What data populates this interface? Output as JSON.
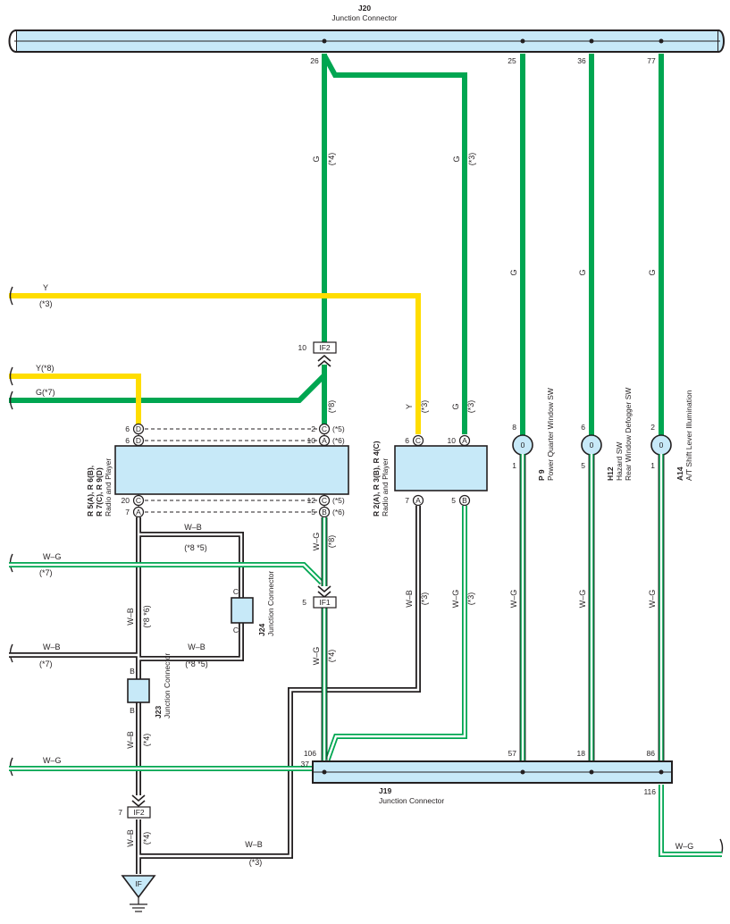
{
  "colors": {
    "green": "#00a651",
    "yellow": "#ffdd00",
    "box_fill": "#c7e9f8",
    "line": "#231f20",
    "white_wire": "#ffffff"
  },
  "connectors": {
    "j20": {
      "code": "J20",
      "name": "Junction Connector",
      "pins": {
        "p26": "26",
        "p25": "25",
        "p36": "36",
        "p77": "77"
      }
    },
    "j19": {
      "code": "J19",
      "name": "Junction Connector",
      "pins": {
        "p106": "106",
        "p37": "37",
        "p57": "57",
        "p18": "18",
        "p86": "86",
        "p116": "116"
      }
    },
    "j23": {
      "code": "J23",
      "name": "Junction Connector",
      "pins": {
        "top": "B",
        "bottom": "B"
      }
    },
    "j24": {
      "code": "J24",
      "name": "Junction Connector",
      "pins": {
        "top": "C",
        "bottom": "C"
      }
    },
    "if2_top": {
      "code": "IF2",
      "pin": "10"
    },
    "if1": {
      "code": "IF1",
      "pin": "5"
    },
    "if2_bottom": {
      "code": "IF2",
      "pin": "7"
    },
    "ground": {
      "code": "IF"
    }
  },
  "radio_left": {
    "line1": "R 5(A), R 6(B),",
    "line2": "R 7(C), R 9(D)",
    "line3": "Radio and Player",
    "top_left_pins": [
      {
        "num": "6",
        "letter": "D"
      },
      {
        "num": "6",
        "letter": "D"
      }
    ],
    "top_right_pins": [
      {
        "num": "2",
        "letter": "C",
        "note": "(*5)"
      },
      {
        "num": "10",
        "letter": "A",
        "note": "(*6)"
      }
    ],
    "bottom_left_pins": [
      {
        "num": "20",
        "letter": "C"
      },
      {
        "num": "7",
        "letter": "A"
      }
    ],
    "bottom_right_pins": [
      {
        "num": "12",
        "letter": "C",
        "note": "(*5)"
      },
      {
        "num": "5",
        "letter": "B",
        "note": "(*6)"
      }
    ]
  },
  "radio_right": {
    "line1": "R 2(A), R 3(B), R 4(C)",
    "line2": "Radio and Player",
    "top_pins": [
      {
        "num": "6",
        "letter": "C"
      },
      {
        "num": "10",
        "letter": "A"
      }
    ],
    "bottom_pins": [
      {
        "num": "7",
        "letter": "A"
      },
      {
        "num": "5",
        "letter": "B"
      }
    ]
  },
  "lamps": [
    {
      "code": "P 9",
      "name": "Power Quarter Window SW",
      "name2": "",
      "pin_top": "8",
      "pin_bottom": "1",
      "bulb": "0"
    },
    {
      "code": "H12",
      "name": "Hazard SW",
      "name2": "Rear Window Defogger SW",
      "pin_top": "6",
      "pin_bottom": "5",
      "bulb": "0"
    },
    {
      "code": "A14",
      "name": "A/T Shift Lever Illumination",
      "name2": "",
      "pin_top": "2",
      "pin_bottom": "1",
      "bulb": "0"
    }
  ],
  "wire_labels": {
    "g": "G",
    "y": "Y",
    "wb": "W–B",
    "wg": "W–G",
    "y8": "Y(*8)",
    "g7": "G(*7)",
    "n3": "(*3)",
    "n4": "(*4)",
    "n5": "(*5)",
    "n6": "(*6)",
    "n7": "(*7)",
    "n8": "(*8)",
    "n85": "(*8 *5)",
    "n86": "(*8 *6)"
  }
}
